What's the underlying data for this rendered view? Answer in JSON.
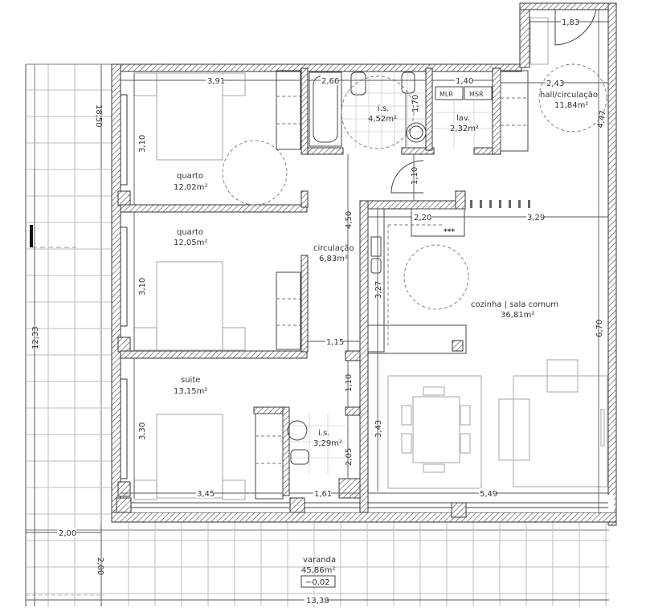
{
  "plan": {
    "rooms": [
      {
        "id": "quarto-1",
        "name": "quarto",
        "area": "12,02m²"
      },
      {
        "id": "quarto-2",
        "name": "quarto",
        "area": "12,05m²"
      },
      {
        "id": "suite",
        "name": "suite",
        "area": "13,15m²"
      },
      {
        "id": "is-1",
        "name": "i.s.",
        "area": "4,52m²"
      },
      {
        "id": "lav",
        "name": "lav.",
        "area": "2,32m²"
      },
      {
        "id": "hall",
        "name": "hall/circulação",
        "area": "11,84m²"
      },
      {
        "id": "circulacao",
        "name": "circulação",
        "area": "6,83m²"
      },
      {
        "id": "cozinha",
        "name": "cozinha | sala comum",
        "area": "36,81m²"
      },
      {
        "id": "is-2",
        "name": "i.s.",
        "area": "3,29m²"
      },
      {
        "id": "varanda",
        "name": "varanda",
        "area": "45,86m²",
        "level": "−0,02"
      }
    ],
    "appliances": {
      "mlr": "MLR",
      "msr": "MSR",
      "hob_marker": "***"
    },
    "dimensions": {
      "d_391": "3,91",
      "d_266": "2,66",
      "d_140": "1,40",
      "d_183": "1,83",
      "d_243": "2,43",
      "d_447": "4,47",
      "d_170": "1,70",
      "d_110_top": "1,10",
      "d_310_a": "3,10",
      "d_310_b": "3,10",
      "d_330": "3,30",
      "d_450": "4,50",
      "d_115": "1,15",
      "d_110_mid": "1,10",
      "d_205": "2,05",
      "d_345": "3,45",
      "d_161": "1,61",
      "d_549": "5,49",
      "d_343": "3,43",
      "d_327": "3,27",
      "d_220": "2,20",
      "d_329": "3,29",
      "d_670": "6,70",
      "d_1850": "18,50",
      "d_1233": "12,33",
      "d_200_h": "2,00",
      "d_200_v": "2,00",
      "d_1338": "13,38"
    }
  }
}
